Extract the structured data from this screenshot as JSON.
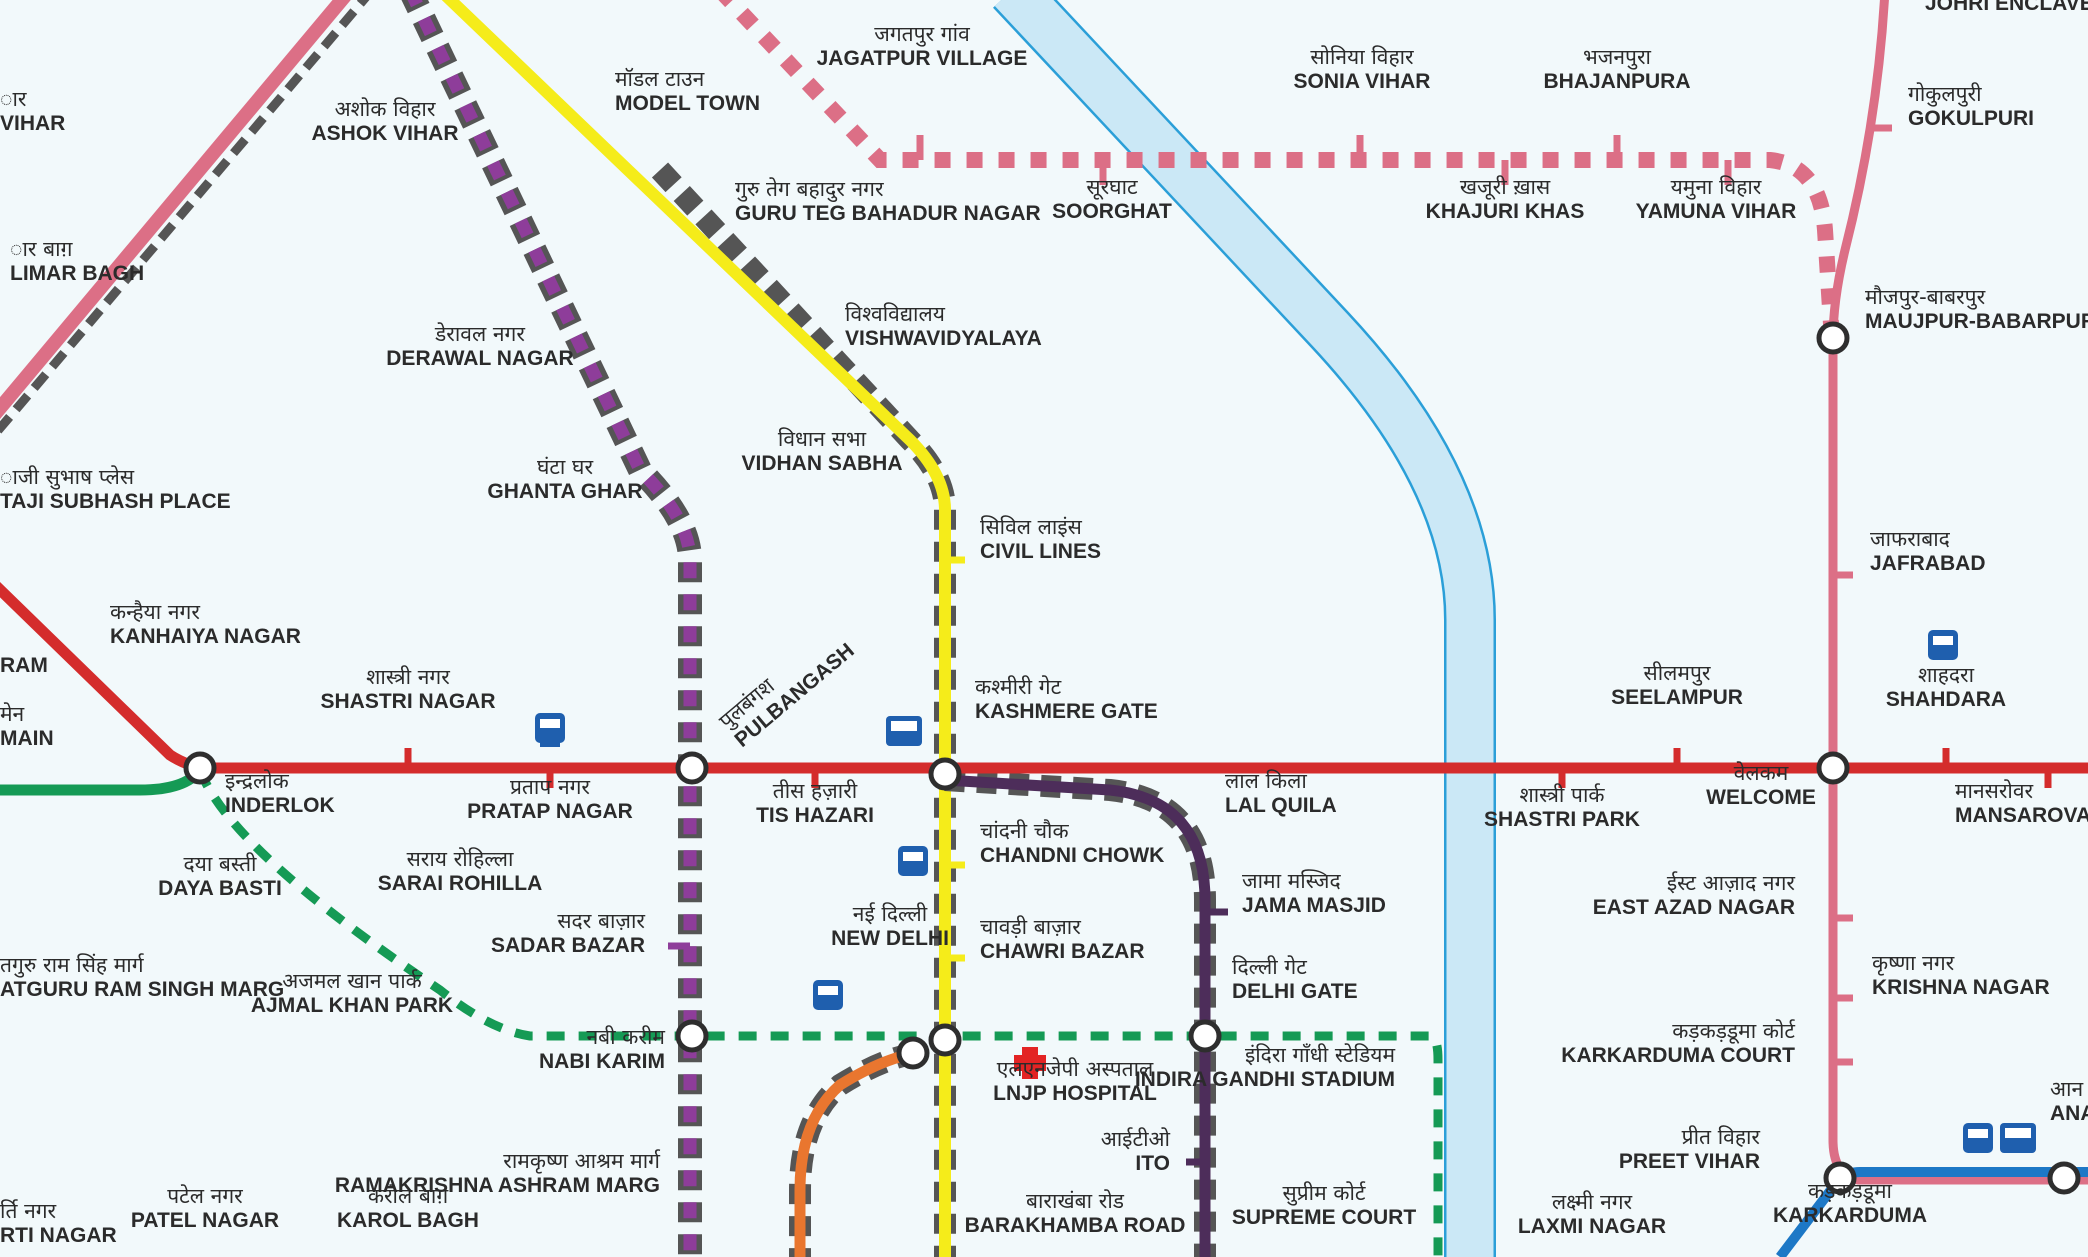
{
  "colors": {
    "red_line": "#d42c2c",
    "yellow_line": "#f5ec1a",
    "pink_line": "#dc6f86",
    "magenta_line": "#8e3d9a",
    "violet_line": "#4d2d5a",
    "green_line": "#159a55",
    "orange_line": "#e9762f",
    "blue_line": "#1d78c6",
    "river": "#cbe8f6",
    "river_edge": "#2b9fd8",
    "dash_gray": "#555555",
    "background": "#f2f9fb"
  },
  "icons": [
    "metro-train-icon",
    "bus-icon",
    "hospital-cross-icon"
  ],
  "stations": [
    {
      "id": "johri-enclave",
      "hi": "",
      "en": "JOHRI ENCLAVE"
    },
    {
      "id": "ashok-vihar",
      "hi": "अशोक विहार",
      "en": "ASHOK VIHAR"
    },
    {
      "id": "model-town",
      "hi": "मॉडल टाउन",
      "en": "MODEL TOWN"
    },
    {
      "id": "jagatpur-village",
      "hi": "जगतपुर गांव",
      "en": "JAGATPUR VILLAGE"
    },
    {
      "id": "sonia-vihar",
      "hi": "सोनिया विहार",
      "en": "SONIA VIHAR"
    },
    {
      "id": "bhajanpura",
      "hi": "भजनपुरा",
      "en": "BHAJANPURA"
    },
    {
      "id": "gokulpuri",
      "hi": "गोकुलपुरी",
      "en": "GOKULPURI"
    },
    {
      "id": "guru-teg-bahadur-nagar",
      "hi": "गुरु तेग बहादुर नगर",
      "en": "GURU TEG BAHADUR NAGAR"
    },
    {
      "id": "soorghat",
      "hi": "सूरघाट",
      "en": "SOORGHAT"
    },
    {
      "id": "khajuri-khas",
      "hi": "खजूरी ख़ास",
      "en": "KHAJURI KHAS"
    },
    {
      "id": "yamuna-vihar",
      "hi": "यमुना विहार",
      "en": "YAMUNA VIHAR"
    },
    {
      "id": "shalimar-bagh",
      "hi": "ार बाग़",
      "en": "LIMAR BAGH"
    },
    {
      "id": "vishwavidyalaya",
      "hi": "विश्वविद्यालय",
      "en": "VISHWAVIDYALAYA"
    },
    {
      "id": "derawal-nagar",
      "hi": "डेरावल नगर",
      "en": "DERAWAL NAGAR"
    },
    {
      "id": "maujpur-babarpur",
      "hi": "मौजपुर-बाबरपुर",
      "en": "MAUJPUR-BABARPUR"
    },
    {
      "id": "vidhan-sabha",
      "hi": "विधान सभा",
      "en": "VIDHAN SABHA"
    },
    {
      "id": "ghanta-ghar",
      "hi": "घंटा घर",
      "en": "GHANTA GHAR"
    },
    {
      "id": "netaji-subhash-place",
      "hi": "ाजी सुभाष प्लेस",
      "en": "TAJI SUBHASH PLACE"
    },
    {
      "id": "civil-lines",
      "hi": "सिविल लाइंस",
      "en": "CIVIL LINES"
    },
    {
      "id": "jafrabad",
      "hi": "जाफराबाद",
      "en": "JAFRABAD"
    },
    {
      "id": "kanhaiya-nagar",
      "hi": "कन्हैया नगर",
      "en": "KANHAIYA NAGAR"
    },
    {
      "id": "pulbangash",
      "hi": "पुलबंगश",
      "en": "PULBANGASH"
    },
    {
      "id": "shastri-nagar",
      "hi": "शास्त्री नगर",
      "en": "SHASTRI NAGAR"
    },
    {
      "id": "kashmere-gate",
      "hi": "कश्मीरी गेट",
      "en": "KASHMERE GATE"
    },
    {
      "id": "seelampur",
      "hi": "सीलमपुर",
      "en": "SEELAMPUR"
    },
    {
      "id": "shahdara",
      "hi": "शाहदरा",
      "en": "SHAHDARA"
    },
    {
      "id": "inderlok",
      "hi": "इन्द्रलोक",
      "en": "INDERLOK"
    },
    {
      "id": "pratap-nagar",
      "hi": "प्रताप नगर",
      "en": "PRATAP NAGAR"
    },
    {
      "id": "tis-hazari",
      "hi": "तीस हज़ारी",
      "en": "TIS HAZARI"
    },
    {
      "id": "lal-quila",
      "hi": "लाल किला",
      "en": "LAL QUILA"
    },
    {
      "id": "shastri-park",
      "hi": "शास्त्री पार्क",
      "en": "SHASTRI PARK"
    },
    {
      "id": "welcome",
      "hi": "वेलकम",
      "en": "WELCOME"
    },
    {
      "id": "mansarovar-park",
      "hi": "मानसरोवर",
      "en": "MANSAROVAR"
    },
    {
      "id": "kirti-main",
      "hi": "मेन",
      "en": "MAIN"
    },
    {
      "id": "dayabasti",
      "hi": "दया बस्ती",
      "en": "DAYA BASTI"
    },
    {
      "id": "sarai-rohilla",
      "hi": "सराय रोहिल्ला",
      "en": "SARAI ROHILLA"
    },
    {
      "id": "chandni-chowk",
      "hi": "चांदनी चौक",
      "en": "CHANDNI CHOWK"
    },
    {
      "id": "jama-masjid",
      "hi": "जामा मस्जिद",
      "en": "JAMA MASJID"
    },
    {
      "id": "east-azad-nagar",
      "hi": "ईस्ट आज़ाद नगर",
      "en": "EAST AZAD NAGAR"
    },
    {
      "id": "sadar-bazar",
      "hi": "सदर बाज़ार",
      "en": "SADAR BAZAR"
    },
    {
      "id": "new-delhi",
      "hi": "नई दिल्ली",
      "en": "NEW DELHI"
    },
    {
      "id": "chawri-bazar",
      "hi": "चावड़ी बाज़ार",
      "en": "CHAWRI BAZAR"
    },
    {
      "id": "delhi-gate",
      "hi": "दिल्ली गेट",
      "en": "DELHI GATE"
    },
    {
      "id": "krishna-nagar",
      "hi": "कृष्णा नगर",
      "en": "KRISHNA NAGAR"
    },
    {
      "id": "satguru-ram-singh-marg",
      "hi": "तगुरु राम सिंह मार्ग",
      "en": "ATGURU RAM SINGH MARG"
    },
    {
      "id": "ajmal-khan-park",
      "hi": "अजमल खान पार्क",
      "en": "AJMAL KHAN PARK"
    },
    {
      "id": "nabi-karim",
      "hi": "नबी करीम",
      "en": "NABI KARIM"
    },
    {
      "id": "lnjp-hospital",
      "hi": "एलएनजेपी अस्पताल",
      "en": "LNJP HOSPITAL"
    },
    {
      "id": "indira-gandhi-stadium",
      "hi": "इंदिरा गाँधी स्टेडियम",
      "en": "INDIRA GANDHI STADIUM"
    },
    {
      "id": "karkarduma-court",
      "hi": "कड़कड़डूमा कोर्ट",
      "en": "KARKARDUMA COURT"
    },
    {
      "id": "ito",
      "hi": "आईटीओ",
      "en": "ITO"
    },
    {
      "id": "preet-vihar",
      "hi": "प्रीत विहार",
      "en": "PREET VIHAR"
    },
    {
      "id": "patel-nagar",
      "hi": "पटेल नगर",
      "en": "PATEL NAGAR"
    },
    {
      "id": "karol-bagh",
      "hi": "करोल बाग़",
      "en": "KAROL BAGH"
    },
    {
      "id": "ramakrishna-ashram-marg",
      "hi": "रामकृष्ण आश्रम मार्ग",
      "en": "RAMAKRISHNA ASHRAM MARG"
    },
    {
      "id": "barakhamba-road",
      "hi": "बाराखंबा रोड",
      "en": "BARAKHAMBA ROAD"
    },
    {
      "id": "supreme-court",
      "hi": "सुप्रीम कोर्ट",
      "en": "SUPREME COURT"
    },
    {
      "id": "laxmi-nagar",
      "hi": "लक्ष्मी नगर",
      "en": "LAXMI NAGAR"
    },
    {
      "id": "karkarduma",
      "hi": "कड़कड़डूमा",
      "en": "KARKARDUMA"
    },
    {
      "id": "kirti-nagar",
      "hi": "र्ति नगर",
      "en": "RTI NAGAR"
    },
    {
      "id": "pitampura-vihar",
      "hi": "ार",
      "en": "VIHAR"
    },
    {
      "id": "shastri-nagar-ram",
      "hi": "",
      "en": "RAM"
    },
    {
      "id": "anand-vihar",
      "hi": "आन",
      "en": "ANA"
    }
  ]
}
